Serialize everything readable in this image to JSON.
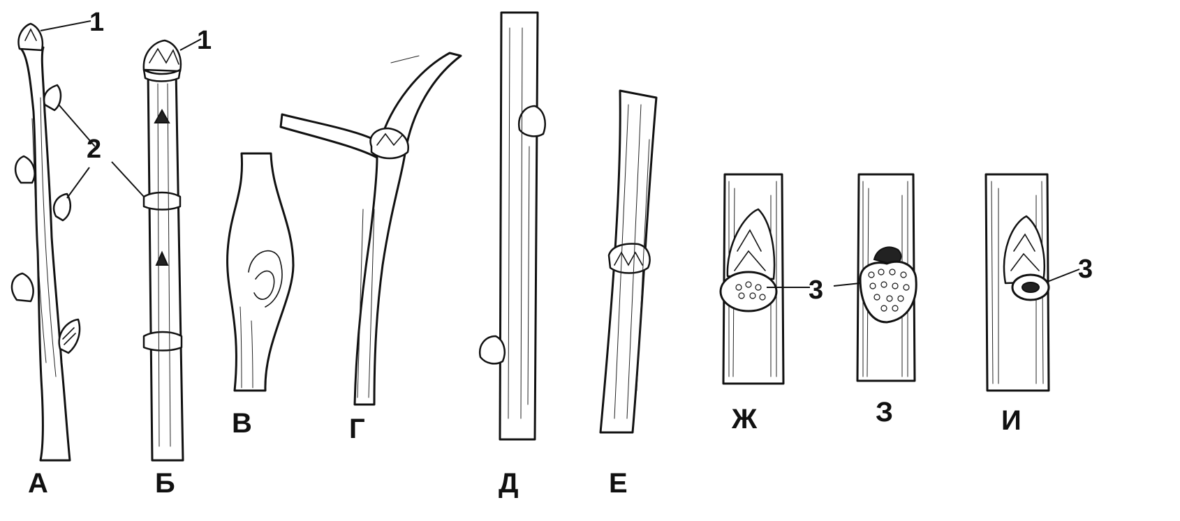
{
  "panels": [
    {
      "id": "A",
      "label": "А"
    },
    {
      "id": "B",
      "label": "Б"
    },
    {
      "id": "V",
      "label": "В"
    },
    {
      "id": "G",
      "label": "Г"
    },
    {
      "id": "D",
      "label": "Д"
    },
    {
      "id": "E",
      "label": "Е"
    },
    {
      "id": "ZH",
      "label": "Ж"
    },
    {
      "id": "Z",
      "label": "З"
    },
    {
      "id": "I",
      "label": "И"
    }
  ],
  "callouts": {
    "n1": "1",
    "n2": "2",
    "n3": "3"
  }
}
